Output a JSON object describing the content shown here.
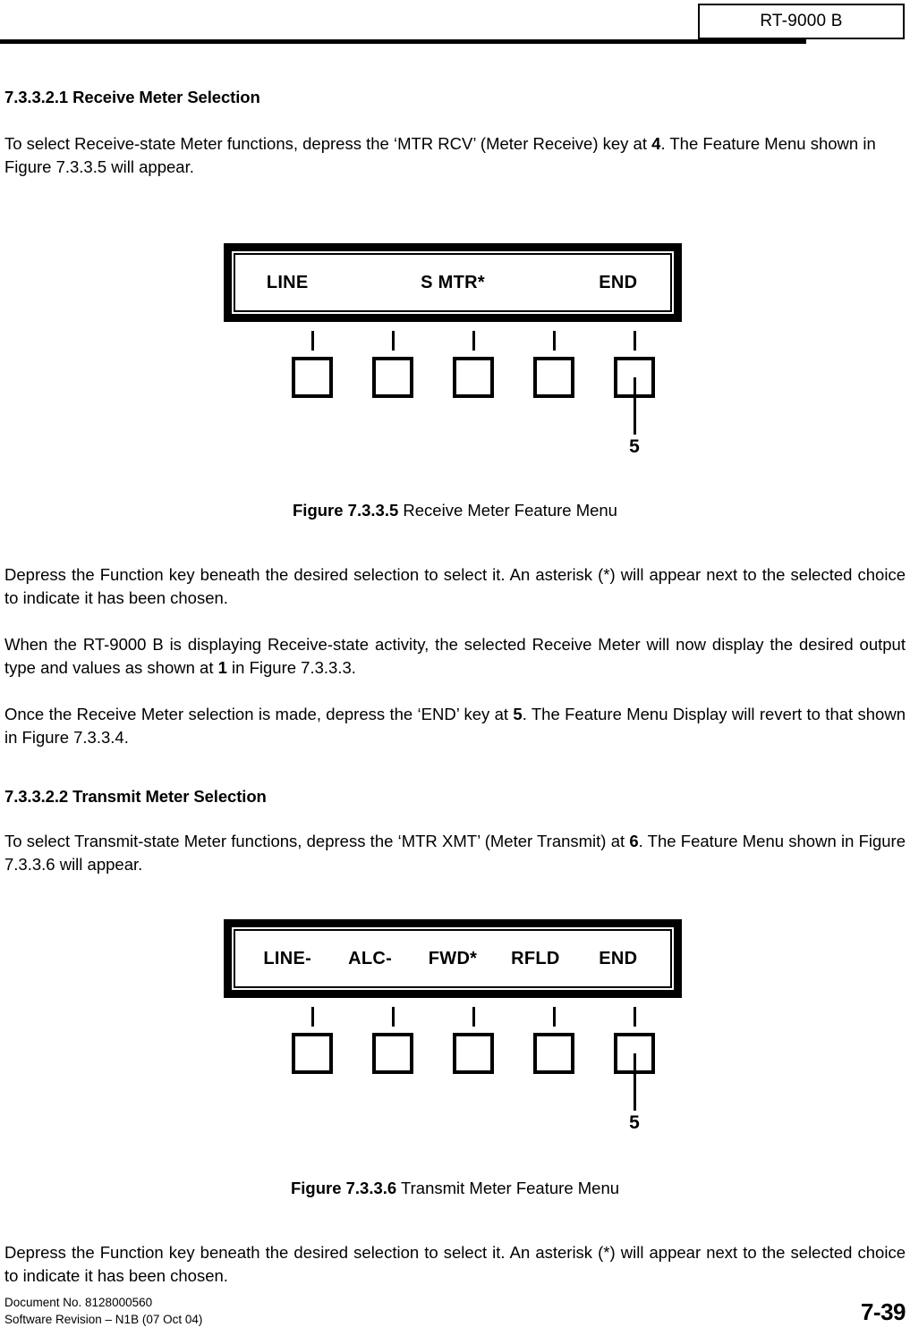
{
  "header": {
    "model_box_label": "RT-9000 B"
  },
  "sections": [
    {
      "heading": "7.3.3.2.1 Receive Meter Selection",
      "intro_part1": "To select Receive-state Meter functions, depress the ‘MTR RCV’ (Meter Receive) key at",
      "intro_callout": "4",
      "intro_part2": ". The Feature Menu shown in Figure 7.3.3.5 will appear."
    },
    {
      "heading": "7.3.3.2.2 Transmit Meter Selection",
      "intro_part1": "To select Transmit-state Meter functions, depress the ‘MTR XMT’ (Meter Transmit) at",
      "intro_callout": "6",
      "intro_part2": ". The Feature Menu shown in Figure 7.3.3.6 will appear."
    }
  ],
  "figures": [
    {
      "display_labels": [
        "LINE",
        "",
        "S MTR*",
        "",
        "END"
      ],
      "key_count": 5,
      "callout": "5",
      "caption_bold": "Figure 7.3.3.5",
      "caption_text": "Receive Meter Feature Menu"
    },
    {
      "display_labels": [
        "LINE-",
        "ALC-",
        "FWD*",
        "RFLD",
        "END"
      ],
      "key_count": 5,
      "callout": "5",
      "caption_bold": "Figure 7.3.3.6",
      "caption_text": "Transmit Meter Feature Menu"
    }
  ],
  "paragraphs": {
    "asterisk_note": "Depress the Function key beneath the desired selection to select it. An asterisk (*) will appear next to the selected choice to indicate it has been chosen.",
    "receive_display_part1": "When the RT-9000 B  is displaying Receive-state activity, the selected Receive Meter will now display the desired output type and values as shown at",
    "receive_display_callout": "1",
    "receive_display_part2": "in Figure 7.3.3.3.",
    "end_key_part1": "Once the Receive Meter selection is made, depress the ‘END’ key at",
    "end_key_callout": "5",
    "end_key_part2": ".  The Feature Menu Display will revert to that shown in Figure 7.3.3.4.",
    "asterisk_note_2": "Depress the Function key beneath the desired selection to select it. An asterisk (*) will appear next to the selected choice to indicate it has been chosen."
  },
  "footer": {
    "document_no": "Document No. 8128000560",
    "software_revision": "Software Revision – N1B (07 Oct 04)",
    "page_number": "7-39"
  }
}
